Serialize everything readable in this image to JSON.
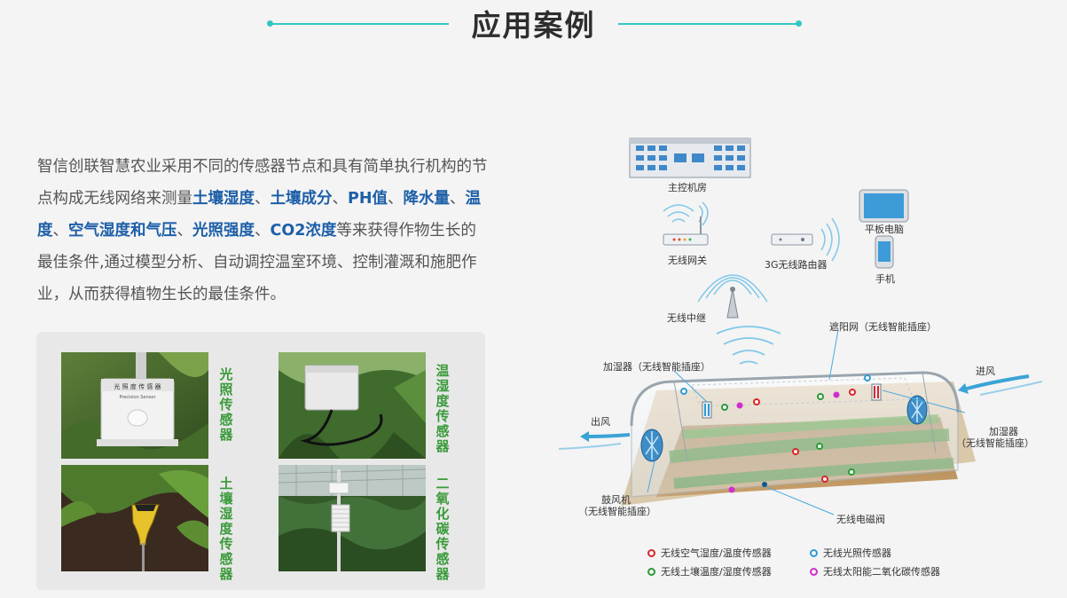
{
  "header": {
    "title": "应用案例"
  },
  "intro": {
    "parts": [
      {
        "text": "智信创联智慧农业采用不同的传感器节点和具有简单执行机构的节点构成无线网络来测量",
        "hl": false
      },
      {
        "text": "土壤湿度",
        "hl": true
      },
      {
        "text": "、",
        "hl": false
      },
      {
        "text": "土壤成分",
        "hl": true
      },
      {
        "text": "、",
        "hl": false
      },
      {
        "text": "PH值",
        "hl": true
      },
      {
        "text": "、",
        "hl": false
      },
      {
        "text": "降水量",
        "hl": true
      },
      {
        "text": "、",
        "hl": false
      },
      {
        "text": "温度",
        "hl": true
      },
      {
        "text": "、",
        "hl": false
      },
      {
        "text": "空气湿度和气压",
        "hl": true
      },
      {
        "text": "、",
        "hl": false
      },
      {
        "text": "光照强度",
        "hl": true
      },
      {
        "text": "、",
        "hl": false
      },
      {
        "text": "CO2浓度",
        "hl": true
      },
      {
        "text": "等来获得作物生长的最佳条件,通过模型分析、自动调控温室环境、控制灌溉和施肥作业，从而获得植物生长的最佳条件。",
        "hl": false
      }
    ]
  },
  "sensors": [
    {
      "label": "光照传感器"
    },
    {
      "label": "温湿度传感器"
    },
    {
      "label": "土壤湿度传感器"
    },
    {
      "label": "二氧化碳传感器"
    }
  ],
  "photo_text": {
    "light_sensor_line1": "光 照 度 传 感 器",
    "light_sensor_line2": "Precision Sensor"
  },
  "diagram": {
    "control_room": "主控机房",
    "gateway": "无线网关",
    "router": "3G无线路由器",
    "tablet": "平板电脑",
    "phone": "手机",
    "relay": "无线中继",
    "shade": "遮阳网（无线智能插座）",
    "humidifier_left": "加湿器（无线智能插座）",
    "wind_in": "进风",
    "wind_out": "出风",
    "humidifier_right_1": "加湿器",
    "humidifier_right_2": "（无线智能插座）",
    "blower_1": "鼓风机",
    "blower_2": "（无线智能插座）",
    "valve": "无线电磁阀"
  },
  "legend": [
    {
      "text": "无线空气湿度/温度传感器",
      "color": "#d9262a"
    },
    {
      "text": "无线光照传感器",
      "color": "#2f9bd6"
    },
    {
      "text": "无线土壤温度/湿度传感器",
      "color": "#2a9a3a"
    },
    {
      "text": "无线太阳能二氧化碳传感器",
      "color": "#d22ccf"
    }
  ]
}
